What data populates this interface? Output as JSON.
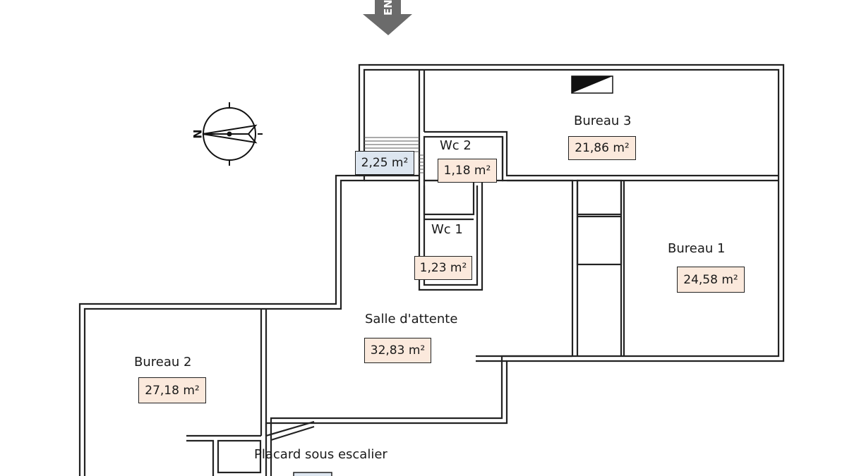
{
  "entrance": {
    "label": "ENTRÉE"
  },
  "compass": {
    "north_letter": "N"
  },
  "rooms": {
    "bureau3": {
      "name": "Bureau 3",
      "area": "21,86 m²"
    },
    "wc2": {
      "name": "Wc 2",
      "area": "1,18 m²"
    },
    "stairs": {
      "area": "2,25 m²"
    },
    "wc1": {
      "name": "Wc 1",
      "area": "1,23 m²"
    },
    "bureau1": {
      "name": "Bureau 1",
      "area": "24,58 m²"
    },
    "salle": {
      "name": "Salle d'attente",
      "area": "32,83 m²"
    },
    "bureau2": {
      "name": "Bureau 2",
      "area": "27,18 m²"
    },
    "placard": {
      "name": "Placard sous escalier"
    }
  },
  "colors": {
    "wall": "#222222",
    "area_fill": "#fbe9dc",
    "stairs_fill": "#dde6f0",
    "arrow": "#6b6b6b"
  }
}
